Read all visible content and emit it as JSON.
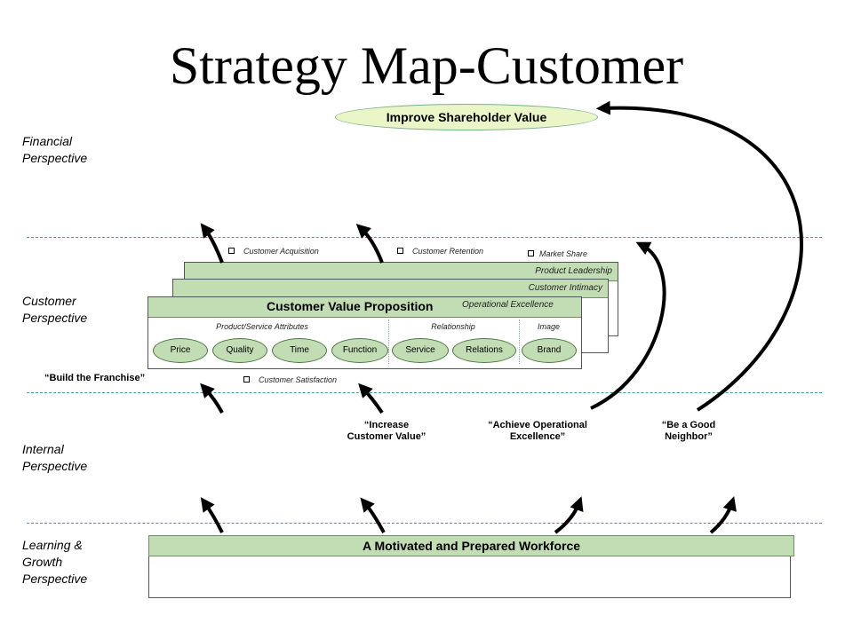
{
  "title": "Strategy Map-Customer",
  "perspectives": {
    "financial": [
      "Financial",
      "Perspective"
    ],
    "customer": [
      "Customer",
      "Perspective"
    ],
    "internal": [
      "Internal",
      "Perspective"
    ],
    "learning": [
      "Learning &",
      "Growth",
      "Perspective"
    ]
  },
  "financial_goal": "Improve Shareholder Value",
  "cards": {
    "product_leadership": "Product Leadership",
    "customer_intimacy": "Customer Intimacy",
    "cvp_title": "Customer Value Proposition",
    "operational_excellence": "Operational Excellence"
  },
  "attribute_groups": {
    "product_service": "Product/Service Attributes",
    "relationship": "Relationship",
    "image": "Image"
  },
  "attributes": [
    "Price",
    "Quality",
    "Time",
    "Function",
    "Service",
    "Relations",
    "Brand"
  ],
  "measures": {
    "customer_acquisition": "Customer Acquisition",
    "customer_retention": "Customer Retention",
    "market_share": "Market Share",
    "customer_satisfaction": "Customer Satisfaction"
  },
  "themes": {
    "build_franchise": "“Build the Franchise”",
    "increase_value": [
      "“Increase",
      "Customer Value”"
    ],
    "operational_excellence": [
      "“Achieve Operational",
      "Excellence”"
    ],
    "good_neighbor": [
      "“Be a Good",
      "Neighbor”"
    ]
  },
  "workforce": "A Motivated and Prepared Workforce",
  "colors": {
    "card_header": "#c2dcb4",
    "goal_fill": "#ebf6c8",
    "separator": "#38a0a0"
  }
}
